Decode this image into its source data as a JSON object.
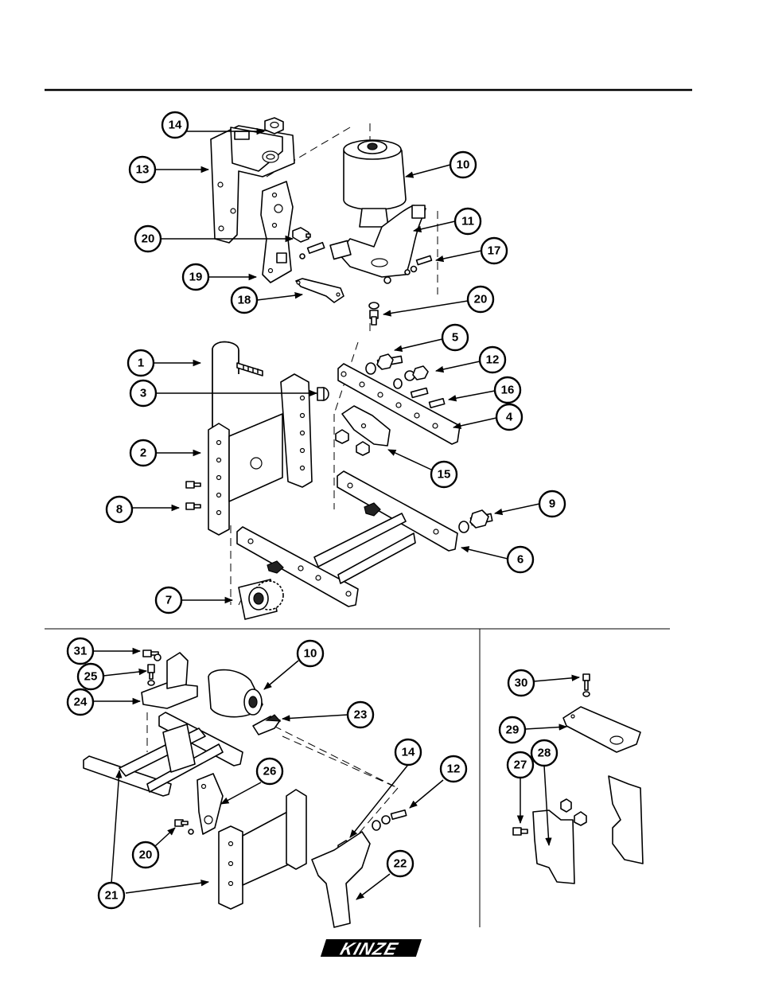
{
  "brand": {
    "logo_text": "KINZE"
  },
  "callouts": {
    "top": [
      "14",
      "13",
      "10",
      "11",
      "17",
      "20",
      "19",
      "18",
      "20",
      "5",
      "12",
      "16",
      "4",
      "1",
      "3",
      "2",
      "15",
      "8",
      "9",
      "6",
      "7"
    ],
    "bottom_left": [
      "31",
      "10",
      "25",
      "24",
      "23",
      "14",
      "12",
      "26",
      "20",
      "21",
      "22"
    ],
    "bottom_right": [
      "30",
      "29",
      "27",
      "28"
    ]
  }
}
